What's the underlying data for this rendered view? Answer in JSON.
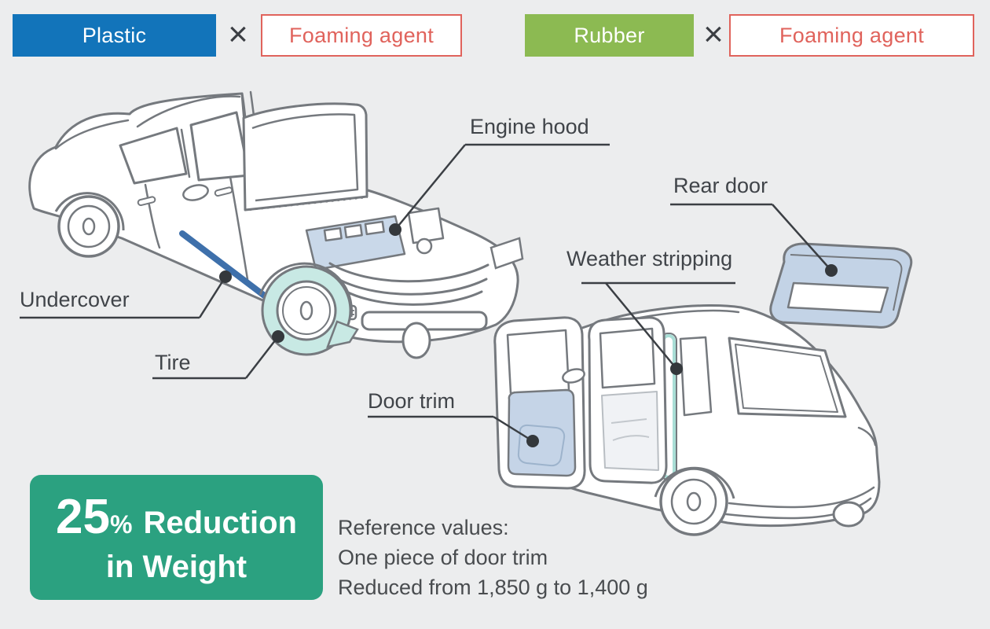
{
  "header": {
    "left_pair": {
      "material": "Plastic",
      "times": "×",
      "agent": "Foaming agent"
    },
    "right_pair": {
      "material": "Rubber",
      "times": "×",
      "agent": "Foaming agent"
    }
  },
  "labels": {
    "engine_hood": "Engine hood",
    "undercover": "Undercover",
    "tire": "Tire",
    "rear_door": "Rear door",
    "weather_stripping": "Weather stripping",
    "door_trim": "Door trim"
  },
  "reduction_badge": {
    "value": "25",
    "unit": "%",
    "line1_rest": "Reduction",
    "line2": "in Weight"
  },
  "reference": {
    "lines": [
      "Reference values:",
      "One piece of door trim",
      "Reduced from 1,850 g to 1,400 g"
    ]
  },
  "colors": {
    "background": "#ecedee",
    "plastic_blue": "#1274ba",
    "rubber_green": "#8cba52",
    "foaming_agent_red": "#e0635c",
    "reduction_green": "#2ba180",
    "highlight_blue": "#c9d8e9",
    "highlight_mint": "#c8e9e4",
    "undercover_blue": "#3e70ab",
    "car_line_gray": "#75797e",
    "label_dark": "#3b3f44"
  }
}
